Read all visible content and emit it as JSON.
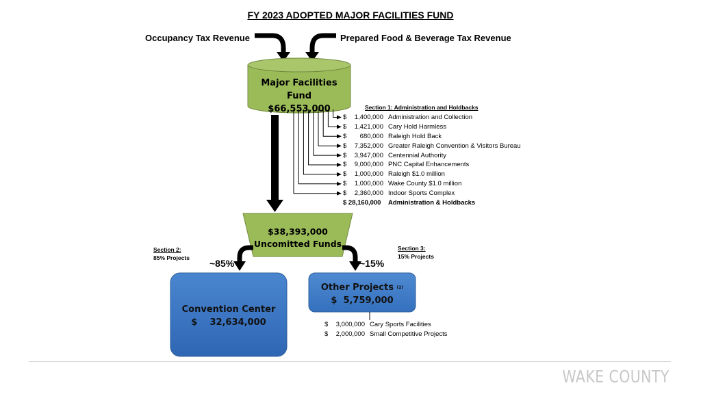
{
  "title": "FY 2023 ADOPTED MAJOR FACILITIES FUND",
  "sources": {
    "left": "Occupancy Tax Revenue",
    "right": "Prepared Food & Beverage Tax Revenue"
  },
  "fund": {
    "name": "Major Facilities Fund",
    "amount": "$66,553,000"
  },
  "section1": {
    "heading": "Section 1: Administration and Holdbacks",
    "items": [
      {
        "dollar": "$",
        "amount": "1,400,000",
        "label": "Administration and Collection"
      },
      {
        "dollar": "$",
        "amount": "1,421,000",
        "label": "Cary Hold Harmless"
      },
      {
        "dollar": "$",
        "amount": "680,000",
        "label": "Raleigh Hold Back"
      },
      {
        "dollar": "$",
        "amount": "7,352,000",
        "label": "Greater Raleigh Convention & Visitors Bureau"
      },
      {
        "dollar": "$",
        "amount": "3,947,000",
        "label": "Centennial Authority"
      },
      {
        "dollar": "$",
        "amount": "9,000,000",
        "label": "PNC Capital Enhancements"
      },
      {
        "dollar": "$",
        "amount": "1,000,000",
        "label": "Raleigh $1.0 million"
      },
      {
        "dollar": "$",
        "amount": "1,000,000",
        "label": "Wake County $1.0 million"
      },
      {
        "dollar": "$",
        "amount": "2,360,000",
        "label": "Indoor Sports Complex"
      }
    ],
    "total": {
      "amount": "$ 28,160,000",
      "label": "Administration & Holdbacks"
    }
  },
  "uncommitted": {
    "amount": "$38,393,000",
    "label": "Uncomitted Funds"
  },
  "section2": {
    "heading": "Section 2:",
    "sub": "85% Projects",
    "pct": "~85%"
  },
  "section3": {
    "heading": "Section 3:",
    "sub": "15% Projects",
    "pct": "~15%"
  },
  "convention": {
    "name": "Convention Center",
    "amount": "$    32,634,000"
  },
  "other": {
    "name": "Other Projects",
    "footnote": "(2)",
    "amount": "$  5,759,000",
    "items": [
      {
        "dollar": "$",
        "amount": "3,000,000",
        "label": "Cary Sports Facilities"
      },
      {
        "dollar": "$",
        "amount": "2,000,000",
        "label": "Small Competitive Projects"
      }
    ]
  },
  "footer": "WAKE COUNTY",
  "colors": {
    "green_fill": "#9bbb59",
    "green_stroke": "#71893f",
    "blue_fill": "#3a78c8",
    "blue_stroke": "#2f5f9a",
    "footer_gray": "#c8c8c8"
  }
}
